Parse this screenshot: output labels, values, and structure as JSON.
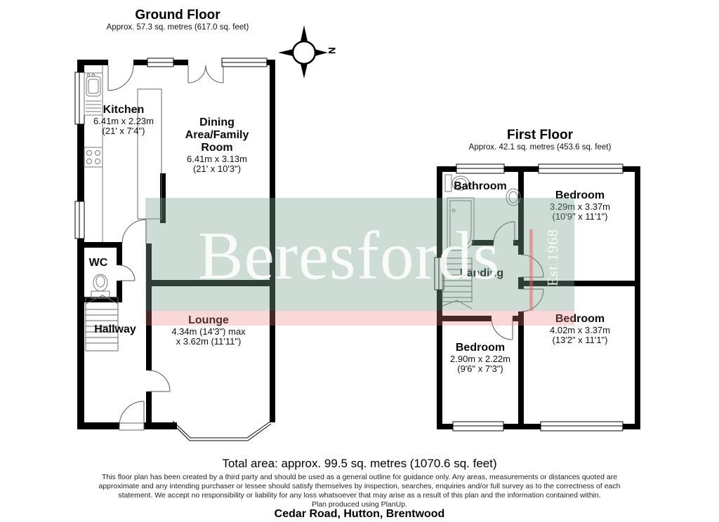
{
  "ground_floor": {
    "title": "Ground Floor",
    "subtitle": "Approx. 57.3 sq. metres (617.0 sq. feet)",
    "kitchen": {
      "name": "Kitchen",
      "metric": "6.41m x 2.23m",
      "imperial": "(21' x 7'4\")"
    },
    "dining": {
      "line1": "Dining",
      "line2": "Area/Family",
      "line3": "Room",
      "metric": "6.41m x 3.13m",
      "imperial": "(21' x 10'3\")"
    },
    "wc": {
      "name": "WC"
    },
    "hallway": {
      "name": "Hallway"
    },
    "lounge": {
      "name": "Lounge",
      "metric": "4.34m (14'3\") max",
      "metric2": "x 3.62m (11'11\")"
    }
  },
  "first_floor": {
    "title": "First Floor",
    "subtitle": "Approx. 42.1 sq. metres (453.6 sq. feet)",
    "bathroom": {
      "name": "Bathroom"
    },
    "landing": {
      "name": "Landing"
    },
    "bedroom1": {
      "name": "Bedroom",
      "metric": "3.29m x 3.37m",
      "imperial": "(10'9\" x 11'1\")"
    },
    "bedroom2": {
      "name": "Bedroom",
      "metric": "4.02m x 3.37m",
      "imperial": "(13'2\" x 11'1\")"
    },
    "bedroom3": {
      "name": "Bedroom",
      "metric": "2.90m x 2.22m",
      "imperial": "(9'6\" x 7'3\")"
    }
  },
  "watermark": {
    "brand": "Beresfords",
    "established": "Est 1968"
  },
  "compass": {
    "north": "N"
  },
  "footer": {
    "total_area": "Total area: approx. 99.5 sq. metres (1070.6 sq. feet)",
    "disclaimer_line1": "This floor plan has been created by a third party and should be used as a general outline for guidance only. Any areas, measurements or distances quoted are",
    "disclaimer_line2": "approximate and any intending purchaser or lessee should satisfy themselves by inspection, searches, enquiries and/or full survey as to the correctness of each",
    "disclaimer_line3": "statement. We accept no responsibility or liability for any loss whatsoever that may arise as a result of this plan and the information contained within.",
    "disclaimer_line4": "Plan produced using PlanUp.",
    "address": "Cedar Road, Hutton, Brentwood"
  },
  "colors": {
    "wall": "#000000",
    "watermark_green": "#cdddd4",
    "watermark_pink": "#fad8da",
    "accent_bar": "#f4afb4",
    "fixture_line": "#777777"
  }
}
